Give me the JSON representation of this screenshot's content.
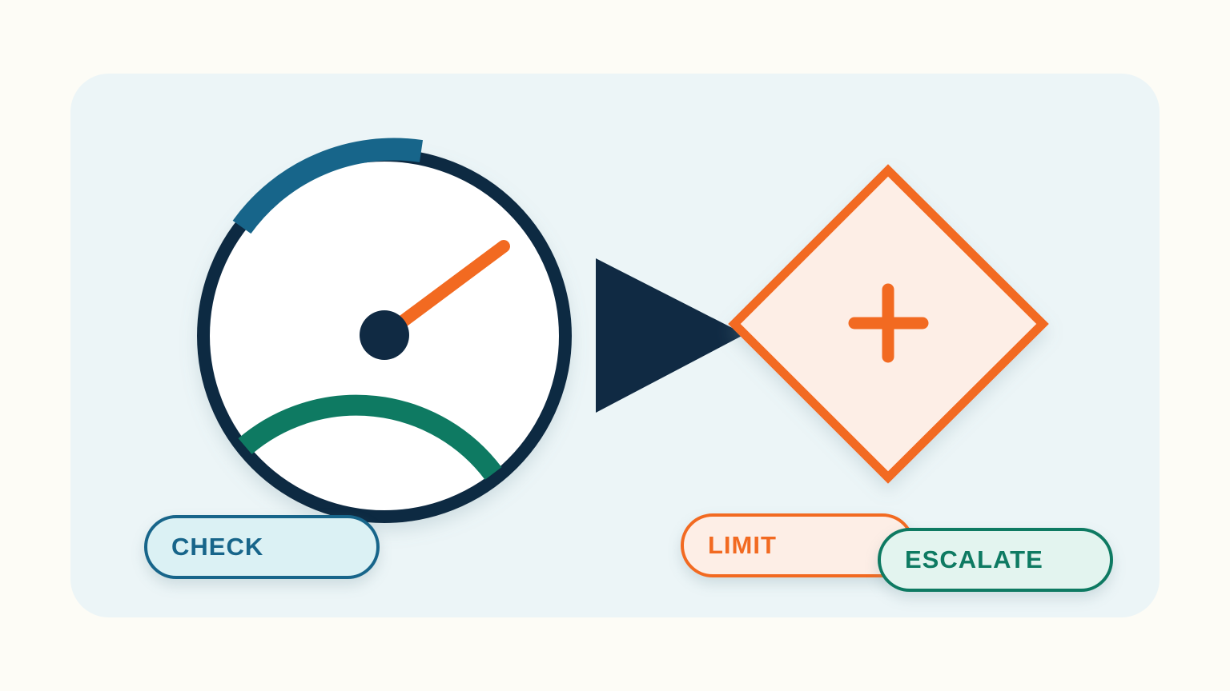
{
  "labels": {
    "check": "CHECK",
    "limit": "LIMIT",
    "escalate": "ESCALATE"
  },
  "icons": {
    "gauge": "gauge-icon",
    "arrow": "play-arrow-icon",
    "decision": "decision-diamond-icon",
    "plus": "plus-icon"
  },
  "colors": {
    "background": "#fdfcf6",
    "panel": "#ecf5f7",
    "navy": "#102a43",
    "blue": "#17658a",
    "green": "#0e7a62",
    "orange": "#f26a21",
    "check_fill": "#dbf1f4",
    "limit_fill": "#fdeee6",
    "escalate_fill": "#e3f4ef"
  }
}
